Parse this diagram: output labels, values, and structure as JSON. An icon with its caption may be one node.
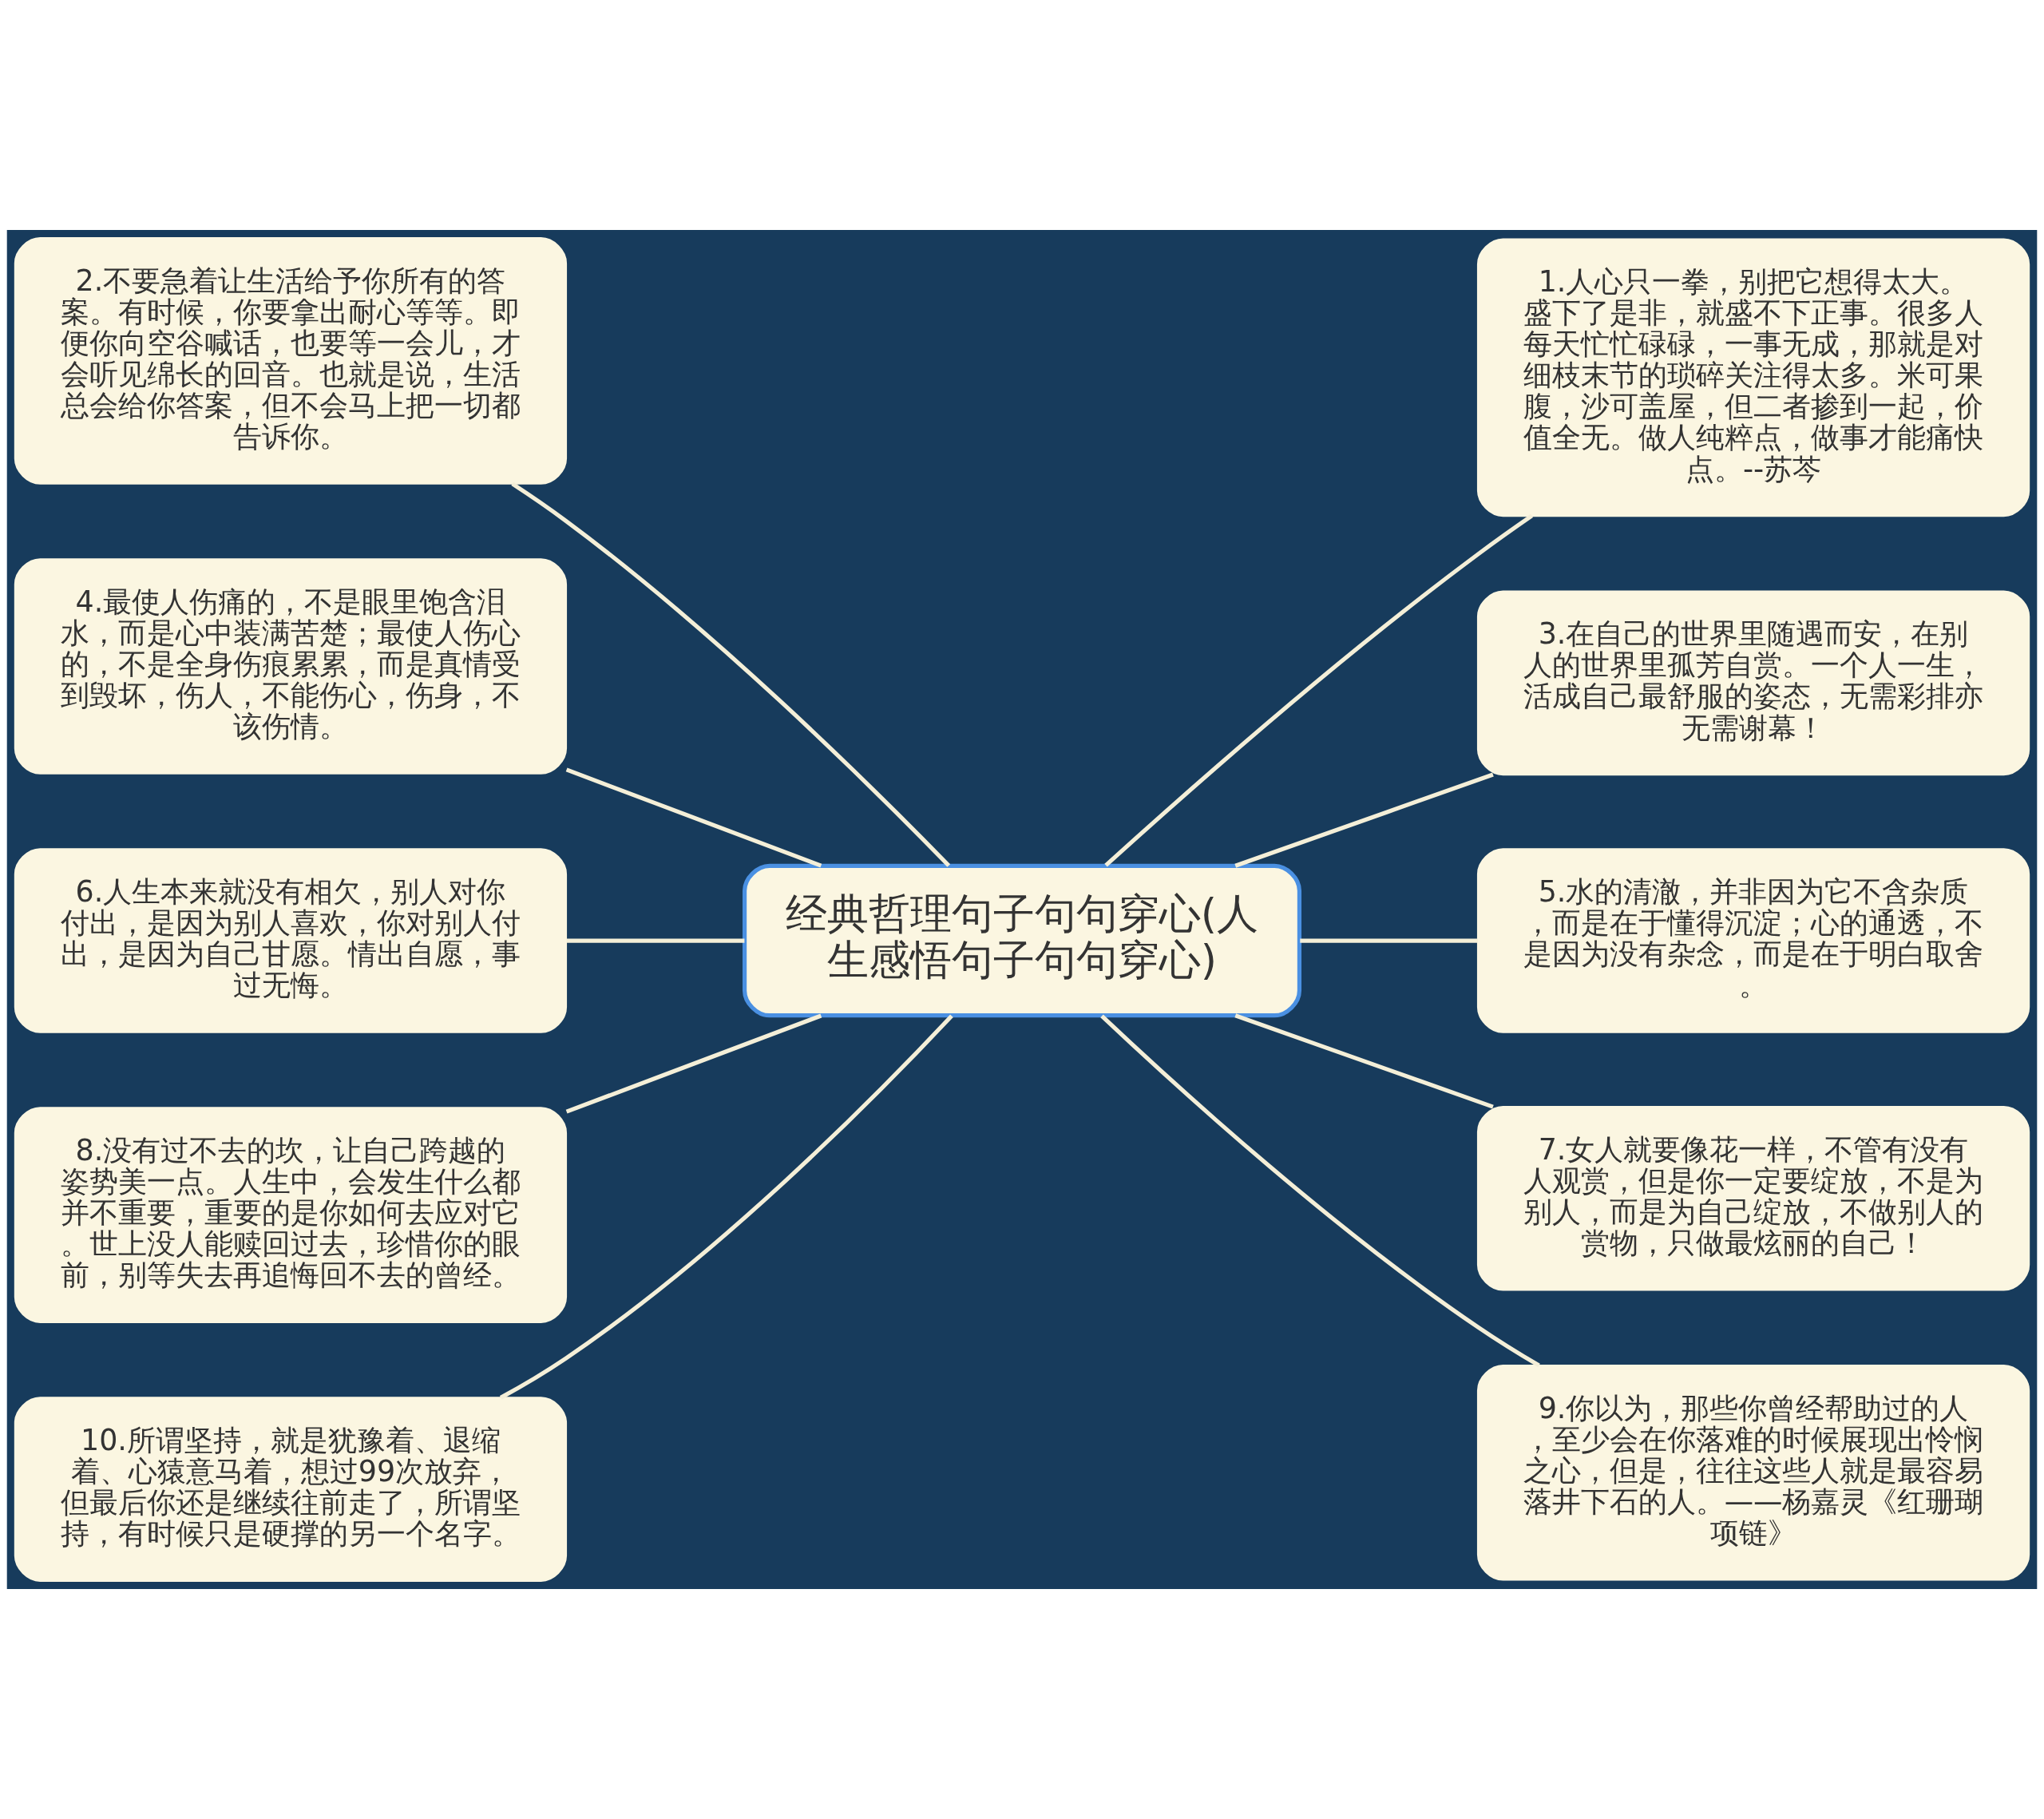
{
  "diagram": {
    "nodes": [
      {
        "text": [
          "经典哲理句子句句穿心(人生感悟句子句句穿心)"
        ]
      },
      {
        "text": [
          "1.人心只一拳，别把它想得太大。盛下了是非，就盛不下正事。很多人每天忙忙碌碌，一事无成，那就是对细枝末节的琐碎关注得太多。米可果腹，沙可盖屋，但二者掺到一起，价值全无。做人纯粹点，做事才能痛快点。--苏芩"
        ]
      },
      {
        "text": [
          "2.不要急着让生活给予你所有的答案。有时候，你要拿出耐心等等。即便你向空谷喊话，也要等一会儿，才会听见绵长的回音。也就是说，生活总会给你答案，但不会马上把一切都告诉你。"
        ]
      },
      {
        "text": [
          "3.在自己的世界里随遇而安，在别人的世界里孤芳自赏。一个人一生，活成自己最舒服的姿态，无需彩排亦无需谢幕！"
        ]
      },
      {
        "text": [
          "4.最使人伤痛的，不是眼里饱含泪水，而是心中装满苦楚；最使人伤心的，不是全身伤痕累累，而是真情受到毁坏，伤人，不能伤心，伤身，不该伤情。"
        ]
      },
      {
        "text": [
          "5.水的清澈，并非因为它不含杂质，而是在于懂得沉淀；心的通透，不是因为没有杂念，而是在于明白取舍。"
        ]
      },
      {
        "text": [
          "6.人生本来就没有相欠，别人对你付出，是因为别人喜欢，你对别人付出，是因为自己甘愿。情出自愿，事过无悔。"
        ]
      },
      {
        "text": [
          "7.女人就要像花一样，不管有没有人观赏，但是你一定要绽放，不是为别人，而是为自己绽放，不做别人的赏物，只做最炫丽的自己！"
        ]
      },
      {
        "text": [
          "8.没有过不去的坎，让自己跨越的姿势美一点。人生中，会发生什么都并不重要，重要的是你如何去应对它。世上没人能赎回过去，珍惜你的眼前，别等失去再追悔回不去的曾经。"
        ]
      },
      {
        "text": [
          "9.你以为，那些你曾经帮助过的人，至少会在你落难的时候展现出怜悯之心，但是，往往这些人就是最容易落井下石的人。——杨嘉灵《红珊瑚项链》"
        ]
      },
      {
        "text": [
          "10.所谓坚持，就是犹豫着、退缩着、心猿意马着，想过99次放弃，但最后你还是继续往前走了，所谓坚持，有时候只是硬撑的另一个名字。"
        ]
      }
    ],
    "edges": [
      {
        "from": 0,
        "to": 1,
        "arrow": "none"
      },
      {
        "from": 0,
        "to": 2,
        "arrow": "none"
      },
      {
        "from": 0,
        "to": 3,
        "arrow": "none"
      },
      {
        "from": 0,
        "to": 4,
        "arrow": "none"
      },
      {
        "from": 0,
        "to": 5,
        "arrow": "none"
      },
      {
        "from": 0,
        "to": 6,
        "arrow": "none"
      },
      {
        "from": 0,
        "to": 7,
        "arrow": "none"
      },
      {
        "from": 0,
        "to": 8,
        "arrow": "none"
      },
      {
        "from": 0,
        "to": 9,
        "arrow": "none"
      },
      {
        "from": 0,
        "to": 10,
        "arrow": "none"
      }
    ]
  }
}
